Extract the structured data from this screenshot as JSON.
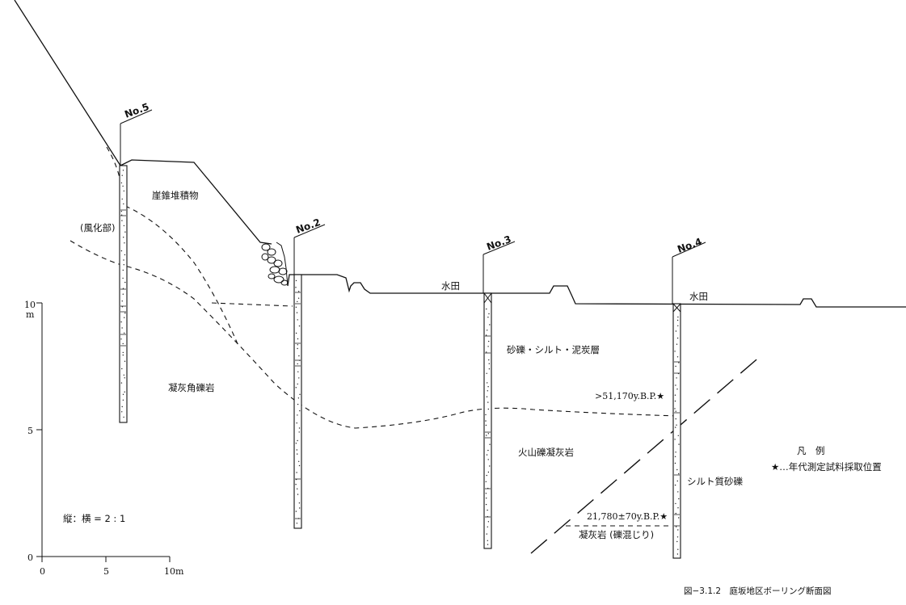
{
  "figure": {
    "caption": "図−3.1.2　庭坂地区ボーリング断面図"
  },
  "boreholes": [
    {
      "id": "no5",
      "label": "No.5"
    },
    {
      "id": "no2",
      "label": "No.2"
    },
    {
      "id": "no3",
      "label": "No.3"
    },
    {
      "id": "no4",
      "label": "No.4"
    }
  ],
  "layers": {
    "talus": "崖錐堆積物",
    "weathered": "(風化部)",
    "tuff_breccia": "凝灰角礫岩",
    "sand_silt_peat": "砂礫・シルト・泥炭層",
    "volcanic_tuff": "火山礫凝灰岩",
    "silty_gravel": "シルト質砂礫",
    "tuff_gravel": "凝灰岩 (礫混じり)"
  },
  "surface_labels": {
    "paddy_1": "水田",
    "paddy_2": "水田"
  },
  "dates": {
    "date_upper": ">51,170y.B.P.★",
    "date_lower": "21,780±70y.B.P.★"
  },
  "legend": {
    "title": "凡　例",
    "item": "★…年代測定試料採取位置"
  },
  "scale": {
    "vertical_unit": "m",
    "vertical_ticks": [
      "10",
      "5",
      "0"
    ],
    "horizontal_ticks": [
      "0",
      "5",
      "10m"
    ],
    "ratio": "縦：横 = 2 : 1"
  }
}
